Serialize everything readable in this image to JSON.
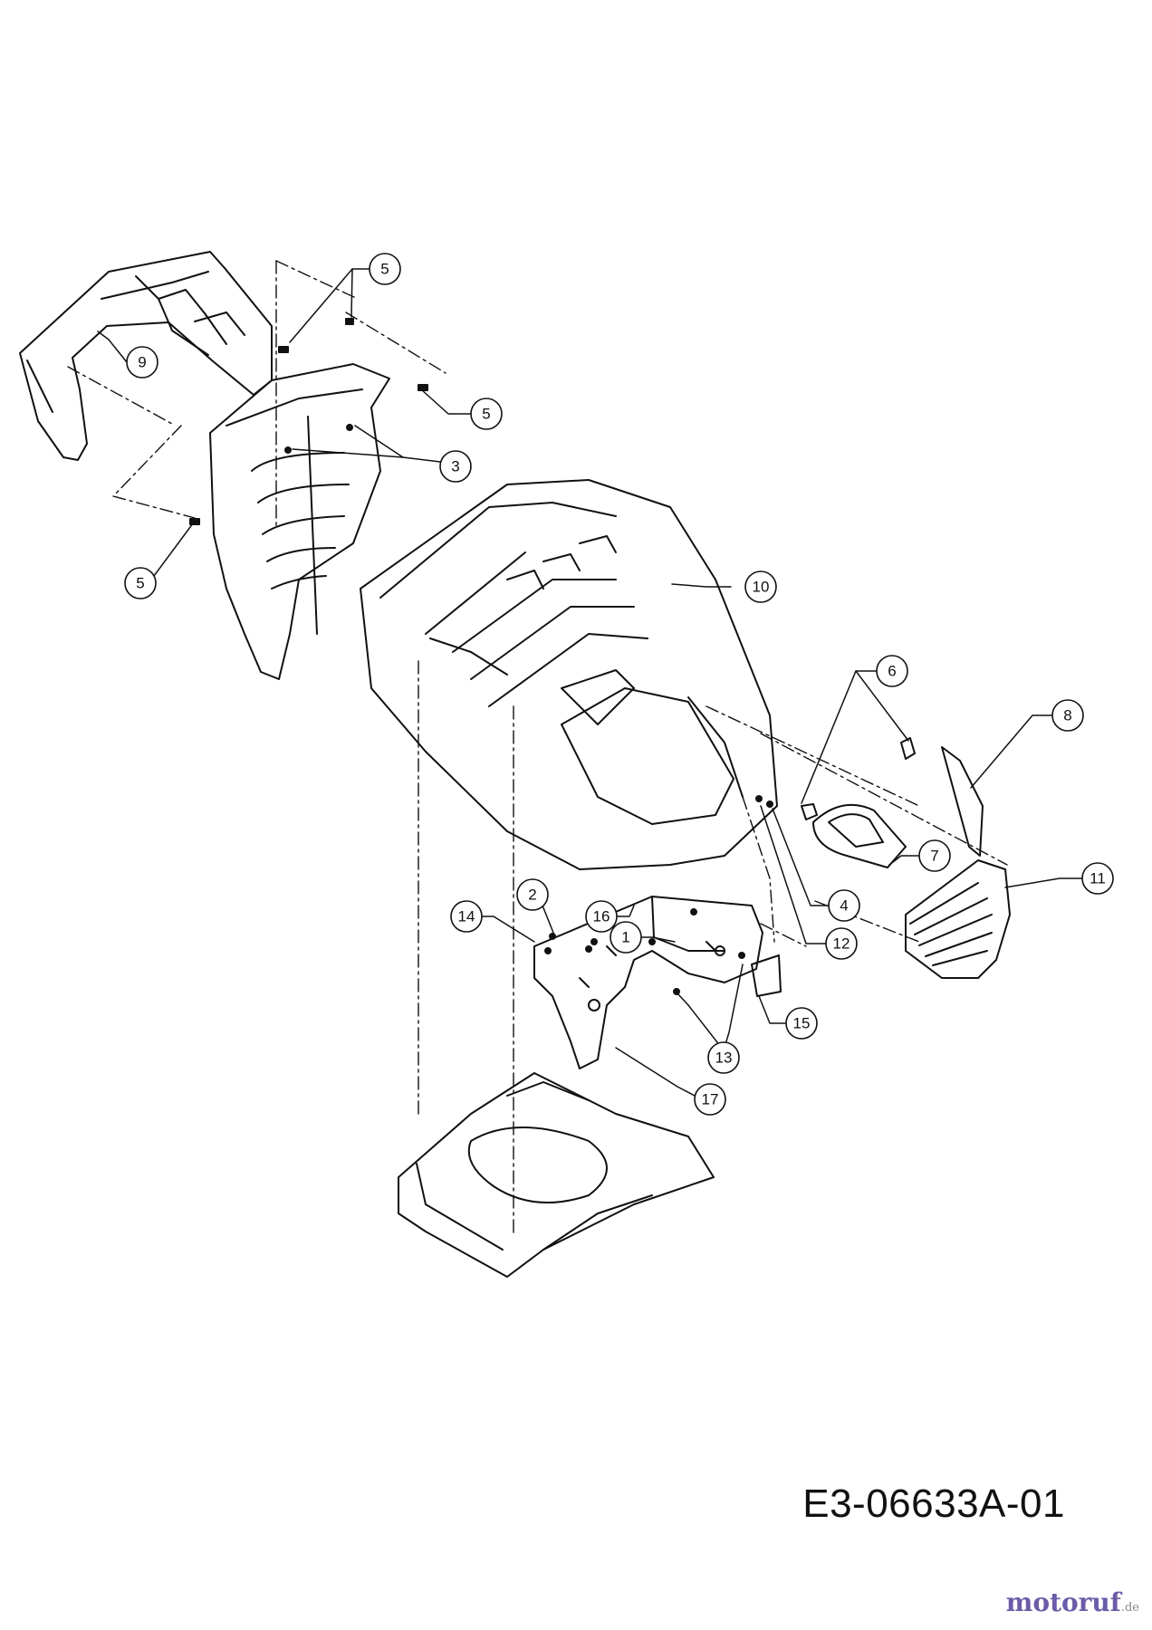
{
  "diagram": {
    "drawing_code": "E3-06633A-01",
    "brand": {
      "name": "motoruf",
      "tld": ".de"
    },
    "callouts": [
      {
        "id": "c5a",
        "label": "5"
      },
      {
        "id": "c9",
        "label": "9"
      },
      {
        "id": "c5b",
        "label": "5"
      },
      {
        "id": "c3",
        "label": "3"
      },
      {
        "id": "c5c",
        "label": "5"
      },
      {
        "id": "c10",
        "label": "10"
      },
      {
        "id": "c6",
        "label": "6"
      },
      {
        "id": "c8",
        "label": "8"
      },
      {
        "id": "c7",
        "label": "7"
      },
      {
        "id": "c11",
        "label": "11"
      },
      {
        "id": "c4",
        "label": "4"
      },
      {
        "id": "c12",
        "label": "12"
      },
      {
        "id": "c2",
        "label": "2"
      },
      {
        "id": "c16",
        "label": "16"
      },
      {
        "id": "c14",
        "label": "14"
      },
      {
        "id": "c1",
        "label": "1"
      },
      {
        "id": "c15",
        "label": "15"
      },
      {
        "id": "c13",
        "label": "13"
      },
      {
        "id": "c17",
        "label": "17"
      }
    ]
  }
}
